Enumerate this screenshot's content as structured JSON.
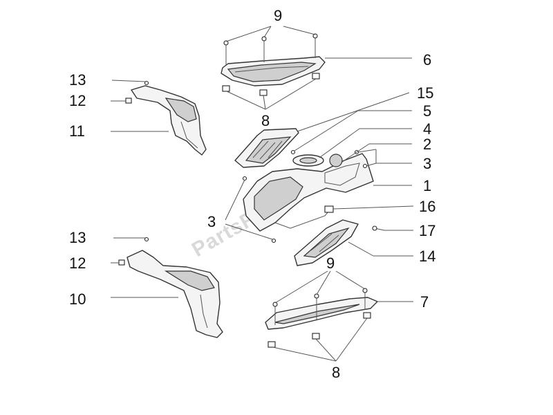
{
  "watermark": "PartsRepublik",
  "callouts": {
    "c9_top": "9",
    "c6": "6",
    "c13_top": "13",
    "c12_top": "12",
    "c11": "11",
    "c8_top": "8",
    "c15": "15",
    "c5": "5",
    "c4": "4",
    "c2": "2",
    "c3_right": "3",
    "c1": "1",
    "c3_left": "3",
    "c16": "16",
    "c17": "17",
    "c13_bot": "13",
    "c12_bot": "12",
    "c14": "14",
    "c9_bot": "9",
    "c10": "10",
    "c7": "7",
    "c8_bot": "8"
  }
}
